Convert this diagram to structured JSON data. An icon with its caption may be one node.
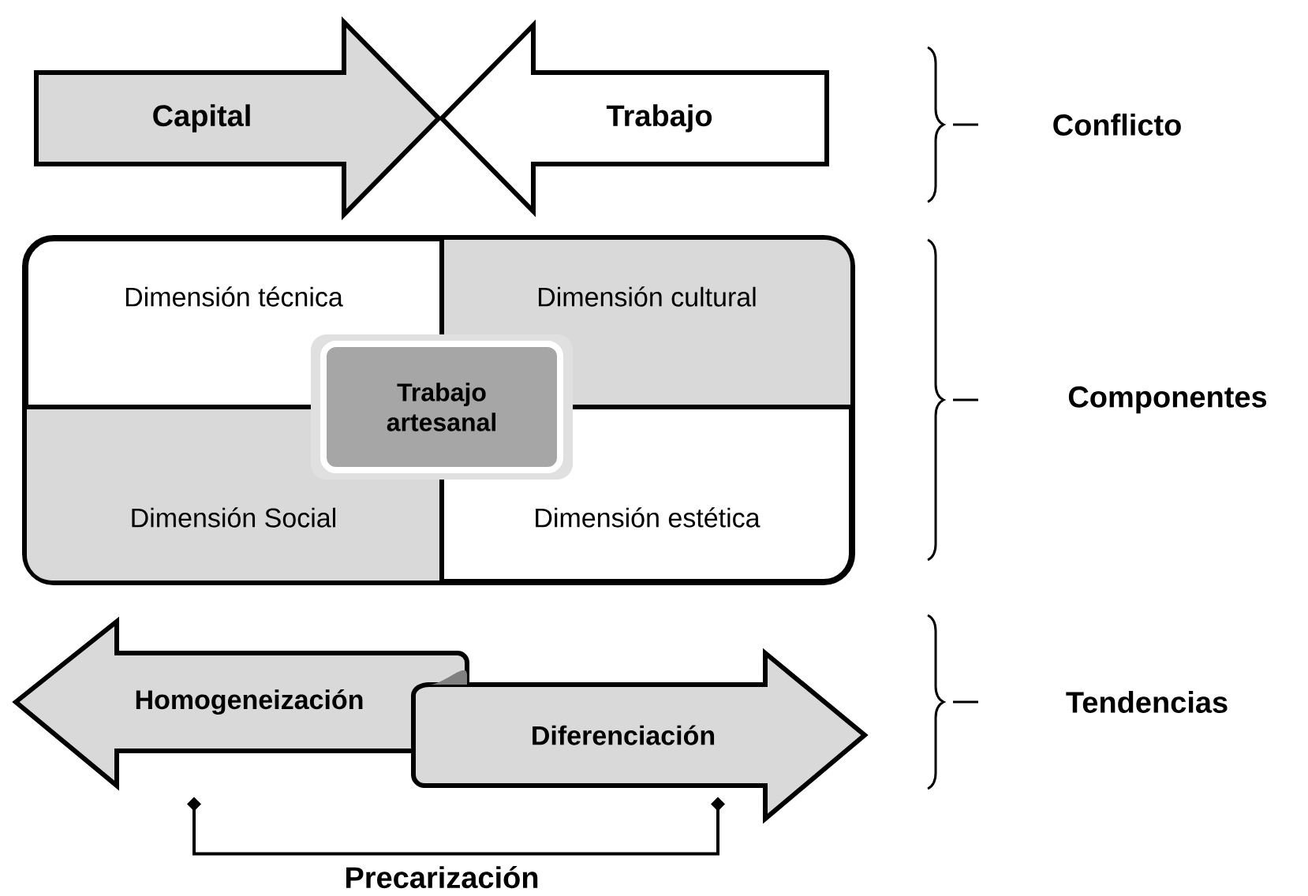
{
  "diagram": {
    "nodes": [
      {
        "text": [
          "Capital"
        ]
      },
      {
        "text": [
          "Trabajo"
        ]
      },
      {
        "text": [],
        "shape": "box"
      },
      {
        "text": [
          "Dimensión técnica"
        ],
        "in": 2
      },
      {
        "text": [
          "Dimensión cultural"
        ],
        "in": 2
      },
      {
        "text": [
          "Trabajo artesanal"
        ],
        "in": 2
      },
      {
        "text": [
          "Dimensión Social"
        ],
        "in": 2
      },
      {
        "text": [
          "Dimensión estética"
        ],
        "in": 2
      },
      {
        "text": [
          "Homogeneización"
        ]
      },
      {
        "text": [
          "Diferenciación"
        ]
      }
    ],
    "edges": [
      {
        "from": 8,
        "to": 9,
        "arrow": "other",
        "label": "Precarización"
      }
    ],
    "labels": [
      "Conflicto",
      "Componentes",
      "Tendencias"
    ]
  }
}
